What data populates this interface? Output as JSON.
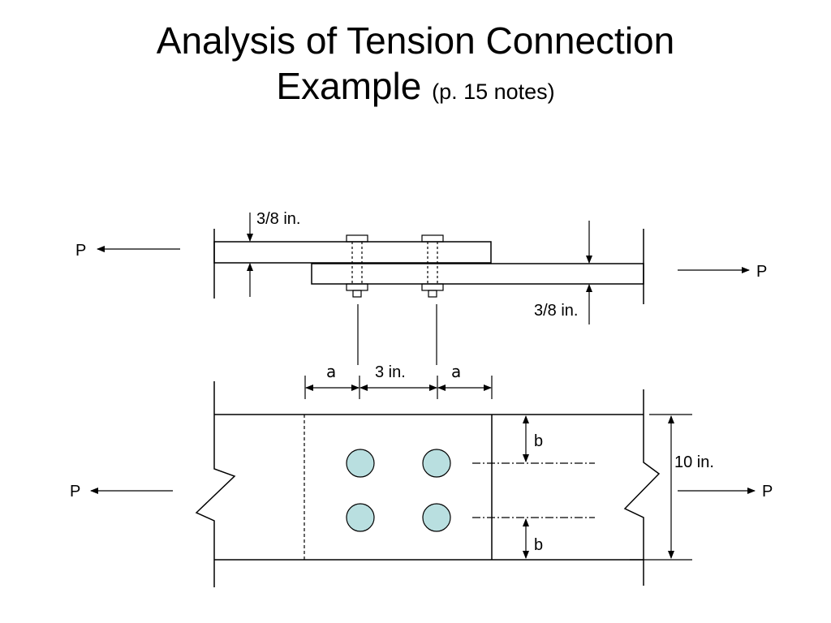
{
  "title": {
    "line1": "Analysis of Tension Connection",
    "line2_main": "Example",
    "line2_sub": "(p. 15 notes)"
  },
  "labels": {
    "thickness_top": "3/8 in.",
    "thickness_bottom": "3/8 in.",
    "load": "P",
    "edge_distance": "a",
    "bolt_spacing": "3 in.",
    "edge_b": "b",
    "width": "10 in."
  },
  "colors": {
    "bolt_fill": "#b9dfe0",
    "line": "#000000"
  }
}
